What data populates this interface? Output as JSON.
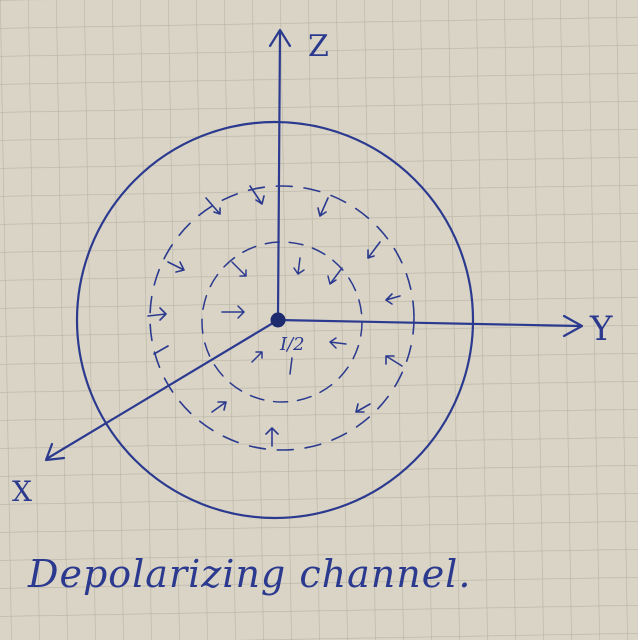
{
  "diagram": {
    "axes": {
      "z": "Z",
      "y": "Y",
      "x": "X"
    },
    "center_label": "I/2",
    "caption": "Depolarizing channel."
  },
  "colors": {
    "ink": "#2b3a8f",
    "paper": "#d9d4c6",
    "grid": "#b9b3a4"
  }
}
